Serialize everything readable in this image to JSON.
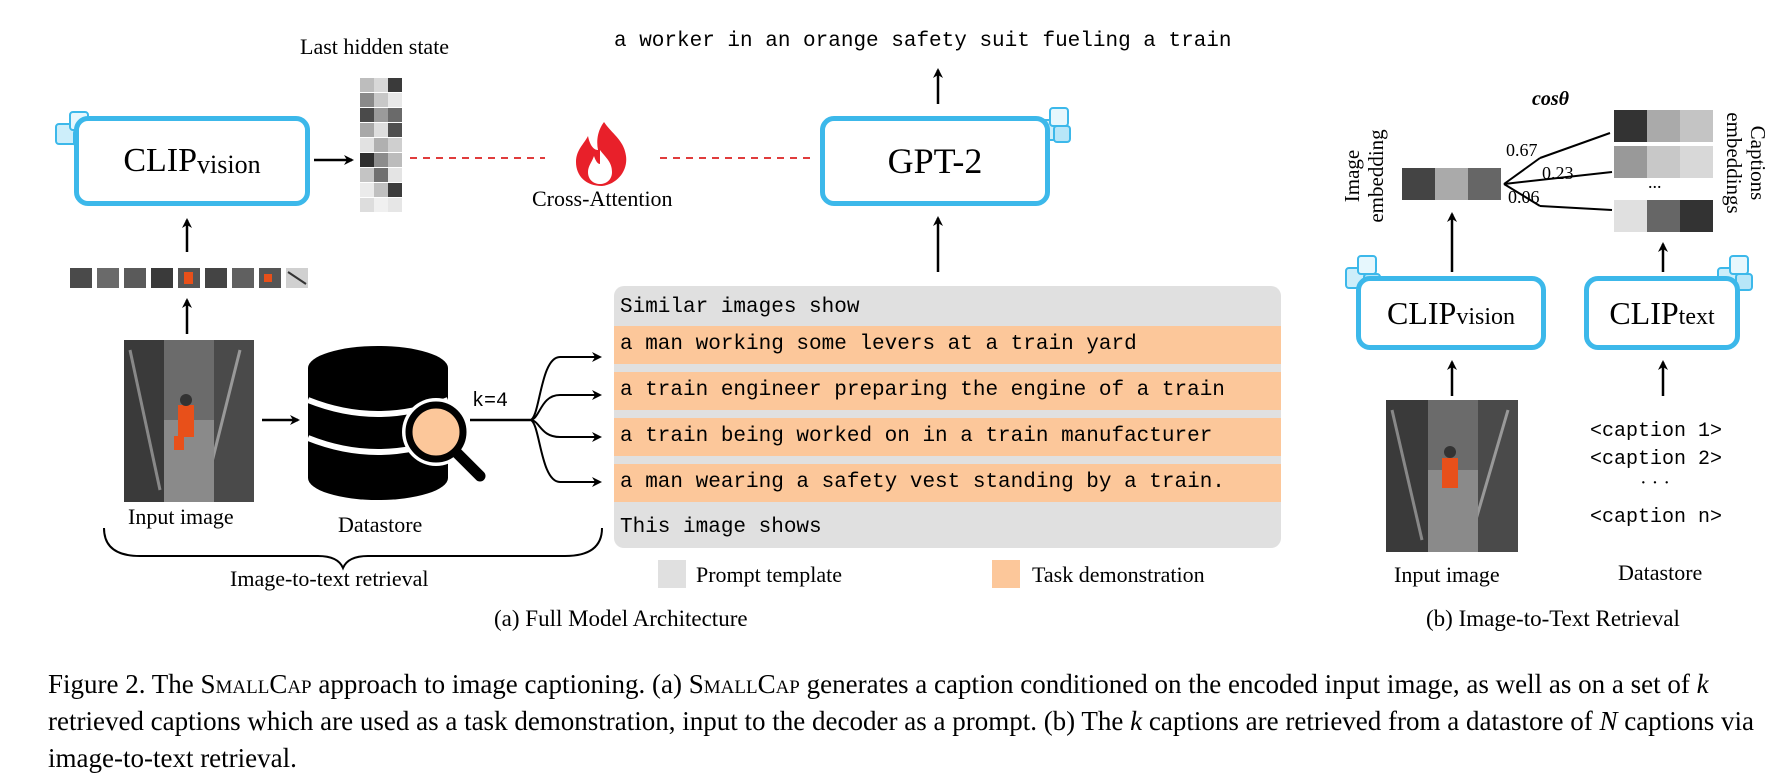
{
  "panel_a": {
    "last_hidden_state": "Last hidden state",
    "output_caption": "a worker in an orange safety suit fueling a train",
    "clip_vision_main": "CLIP",
    "clip_vision_sub": "vision",
    "gpt2": "GPT-2",
    "cross_attention": "Cross-Attention",
    "input_image_label": "Input image",
    "datastore_label": "Datastore",
    "retrieval_label": "Image-to-text retrieval",
    "k_label": "k=4",
    "prompt_head": "Similar images show",
    "prompt_lines": [
      "a man working some levers at a train yard",
      "a train engineer preparing the engine of a train",
      "a train being worked on in a train manufacturer",
      "a man wearing a safety vest standing by a train."
    ],
    "prompt_tail": "This image shows",
    "legend_prompt": "Prompt template",
    "legend_task": "Task demonstration",
    "title": "(a) Full Model Architecture"
  },
  "panel_b": {
    "cos": "cosθ",
    "image_embedding": "Image embedding",
    "captions_embeddings": "Captions embeddings",
    "sim1": "0.67",
    "sim2": "0.23",
    "sim3": "0.06",
    "dots": "...",
    "clip_vision_main": "CLIP",
    "clip_vision_sub": "vision",
    "clip_text_main": "CLIP",
    "clip_text_sub": "text",
    "captions": [
      "<caption 1>",
      "<caption 2>",
      "<caption n>"
    ],
    "vdots": "· · ·",
    "input_image_label": "Input image",
    "datastore_label": "Datastore",
    "title": "(b) Image-to-Text Retrieval"
  },
  "figure_caption": {
    "p1": "Figure 2. The ",
    "sc1": "SmallCap",
    "p2": " approach to image captioning. (a) ",
    "sc2": "SmallCap",
    "p3": " generates a caption conditioned on the encoded input image, as well as on a set of ",
    "k1": "k",
    "p4": " retrieved captions which are used as a task demonstration, input to the decoder as a prompt. (b) The ",
    "k2": "k",
    "p5": " captions are retrieved from a datastore of ",
    "n": "N",
    "p6": " captions via image-to-text retrieval."
  },
  "colors": {
    "clip_border": "#3cb8ea",
    "task_demo": "#fcc79a",
    "prompt_template": "#e0e0e0",
    "cross_attention_line": "#e03c3c",
    "flame": "#e8202a"
  }
}
